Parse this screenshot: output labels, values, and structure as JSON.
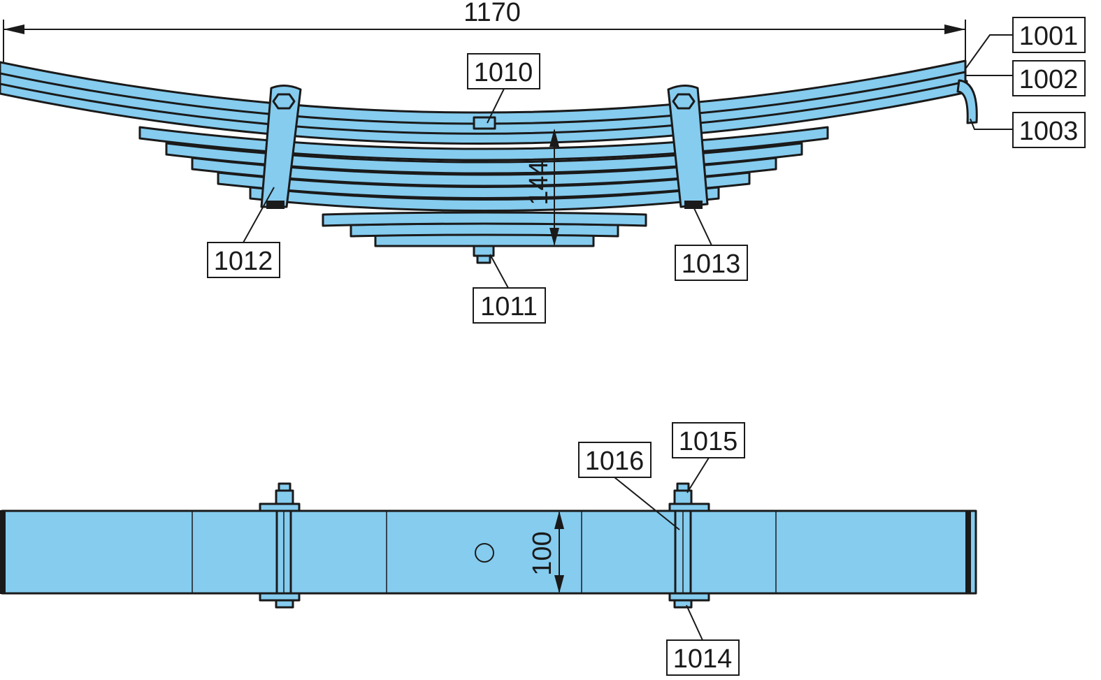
{
  "dimensions": {
    "overall_length": "1170",
    "pack_height": "144",
    "width": "100"
  },
  "part_labels": {
    "p1001": "1001",
    "p1002": "1002",
    "p1003": "1003",
    "p1010": "1010",
    "p1011": "1011",
    "p1012": "1012",
    "p1013": "1013",
    "p1014": "1014",
    "p1015": "1015",
    "p1016": "1016"
  },
  "colors": {
    "spring_fill": "#85ccef",
    "outline": "#1a1a1a"
  }
}
